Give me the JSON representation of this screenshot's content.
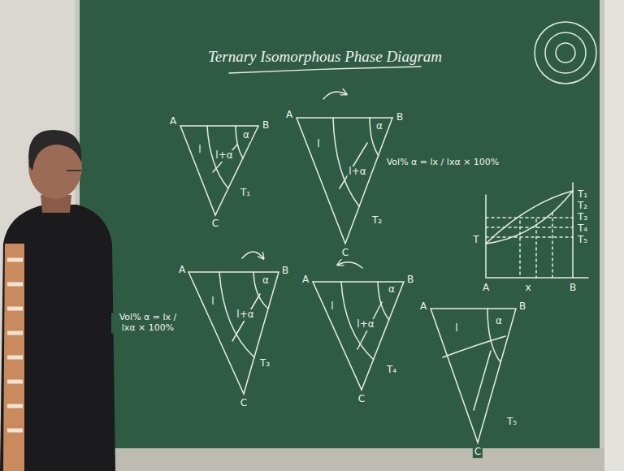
{
  "diagram": {
    "title": "Ternary Isomorphous Phase Diagram",
    "labels": [
      "A",
      "B",
      "C",
      "T₁",
      "α",
      "l+α",
      "l",
      "A",
      "B",
      "C",
      "T₂",
      "α",
      "l+α",
      "l",
      "A",
      "B",
      "C",
      "T₃",
      "α",
      "l+α",
      "l",
      "Vol% α = lx / lxα × 100%",
      "A",
      "B",
      "C",
      "T₄",
      "α",
      "l+α",
      "l",
      "A",
      "B",
      "C",
      "T₅",
      "α",
      "l",
      "Vol% α = lx / lxα × 100%",
      "T",
      "A",
      "B",
      "x",
      "T₁",
      "T₂",
      "T₃",
      "T₄",
      "T₅"
    ]
  }
}
